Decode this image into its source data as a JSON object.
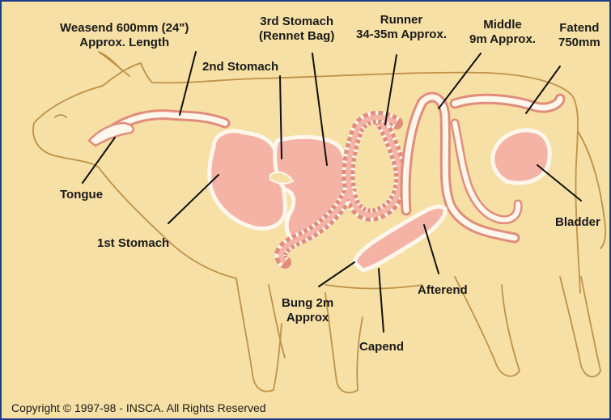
{
  "labels": {
    "weasend": [
      "Weasend 600mm (24\")",
      "Approx. Length"
    ],
    "third_stomach": [
      "3rd Stomach",
      "(Rennet Bag)"
    ],
    "runner": [
      "Runner",
      "34-35m Approx."
    ],
    "middle": [
      "Middle",
      "9m Approx."
    ],
    "fatend": [
      "Fatend",
      "750mm"
    ],
    "second_stomach": "2nd Stomach",
    "tongue": "Tongue",
    "first_stomach": "1st Stomach",
    "bladder": "Bladder",
    "bung": [
      "Bung 2m",
      "Approx"
    ],
    "afterend": "Afterend",
    "capend": "Capend"
  },
  "copyright": "Copyright © 1997-98 - INSCA. All Rights Reserved",
  "colors": {
    "background": "#f7e0a5",
    "outline": "#b8893f",
    "organ_fill": "#f4b3a4",
    "organ_edge": "#e08d7c",
    "organ_rim": "#fff6ec",
    "leader": "#111111",
    "border": "#1e3a8a"
  }
}
